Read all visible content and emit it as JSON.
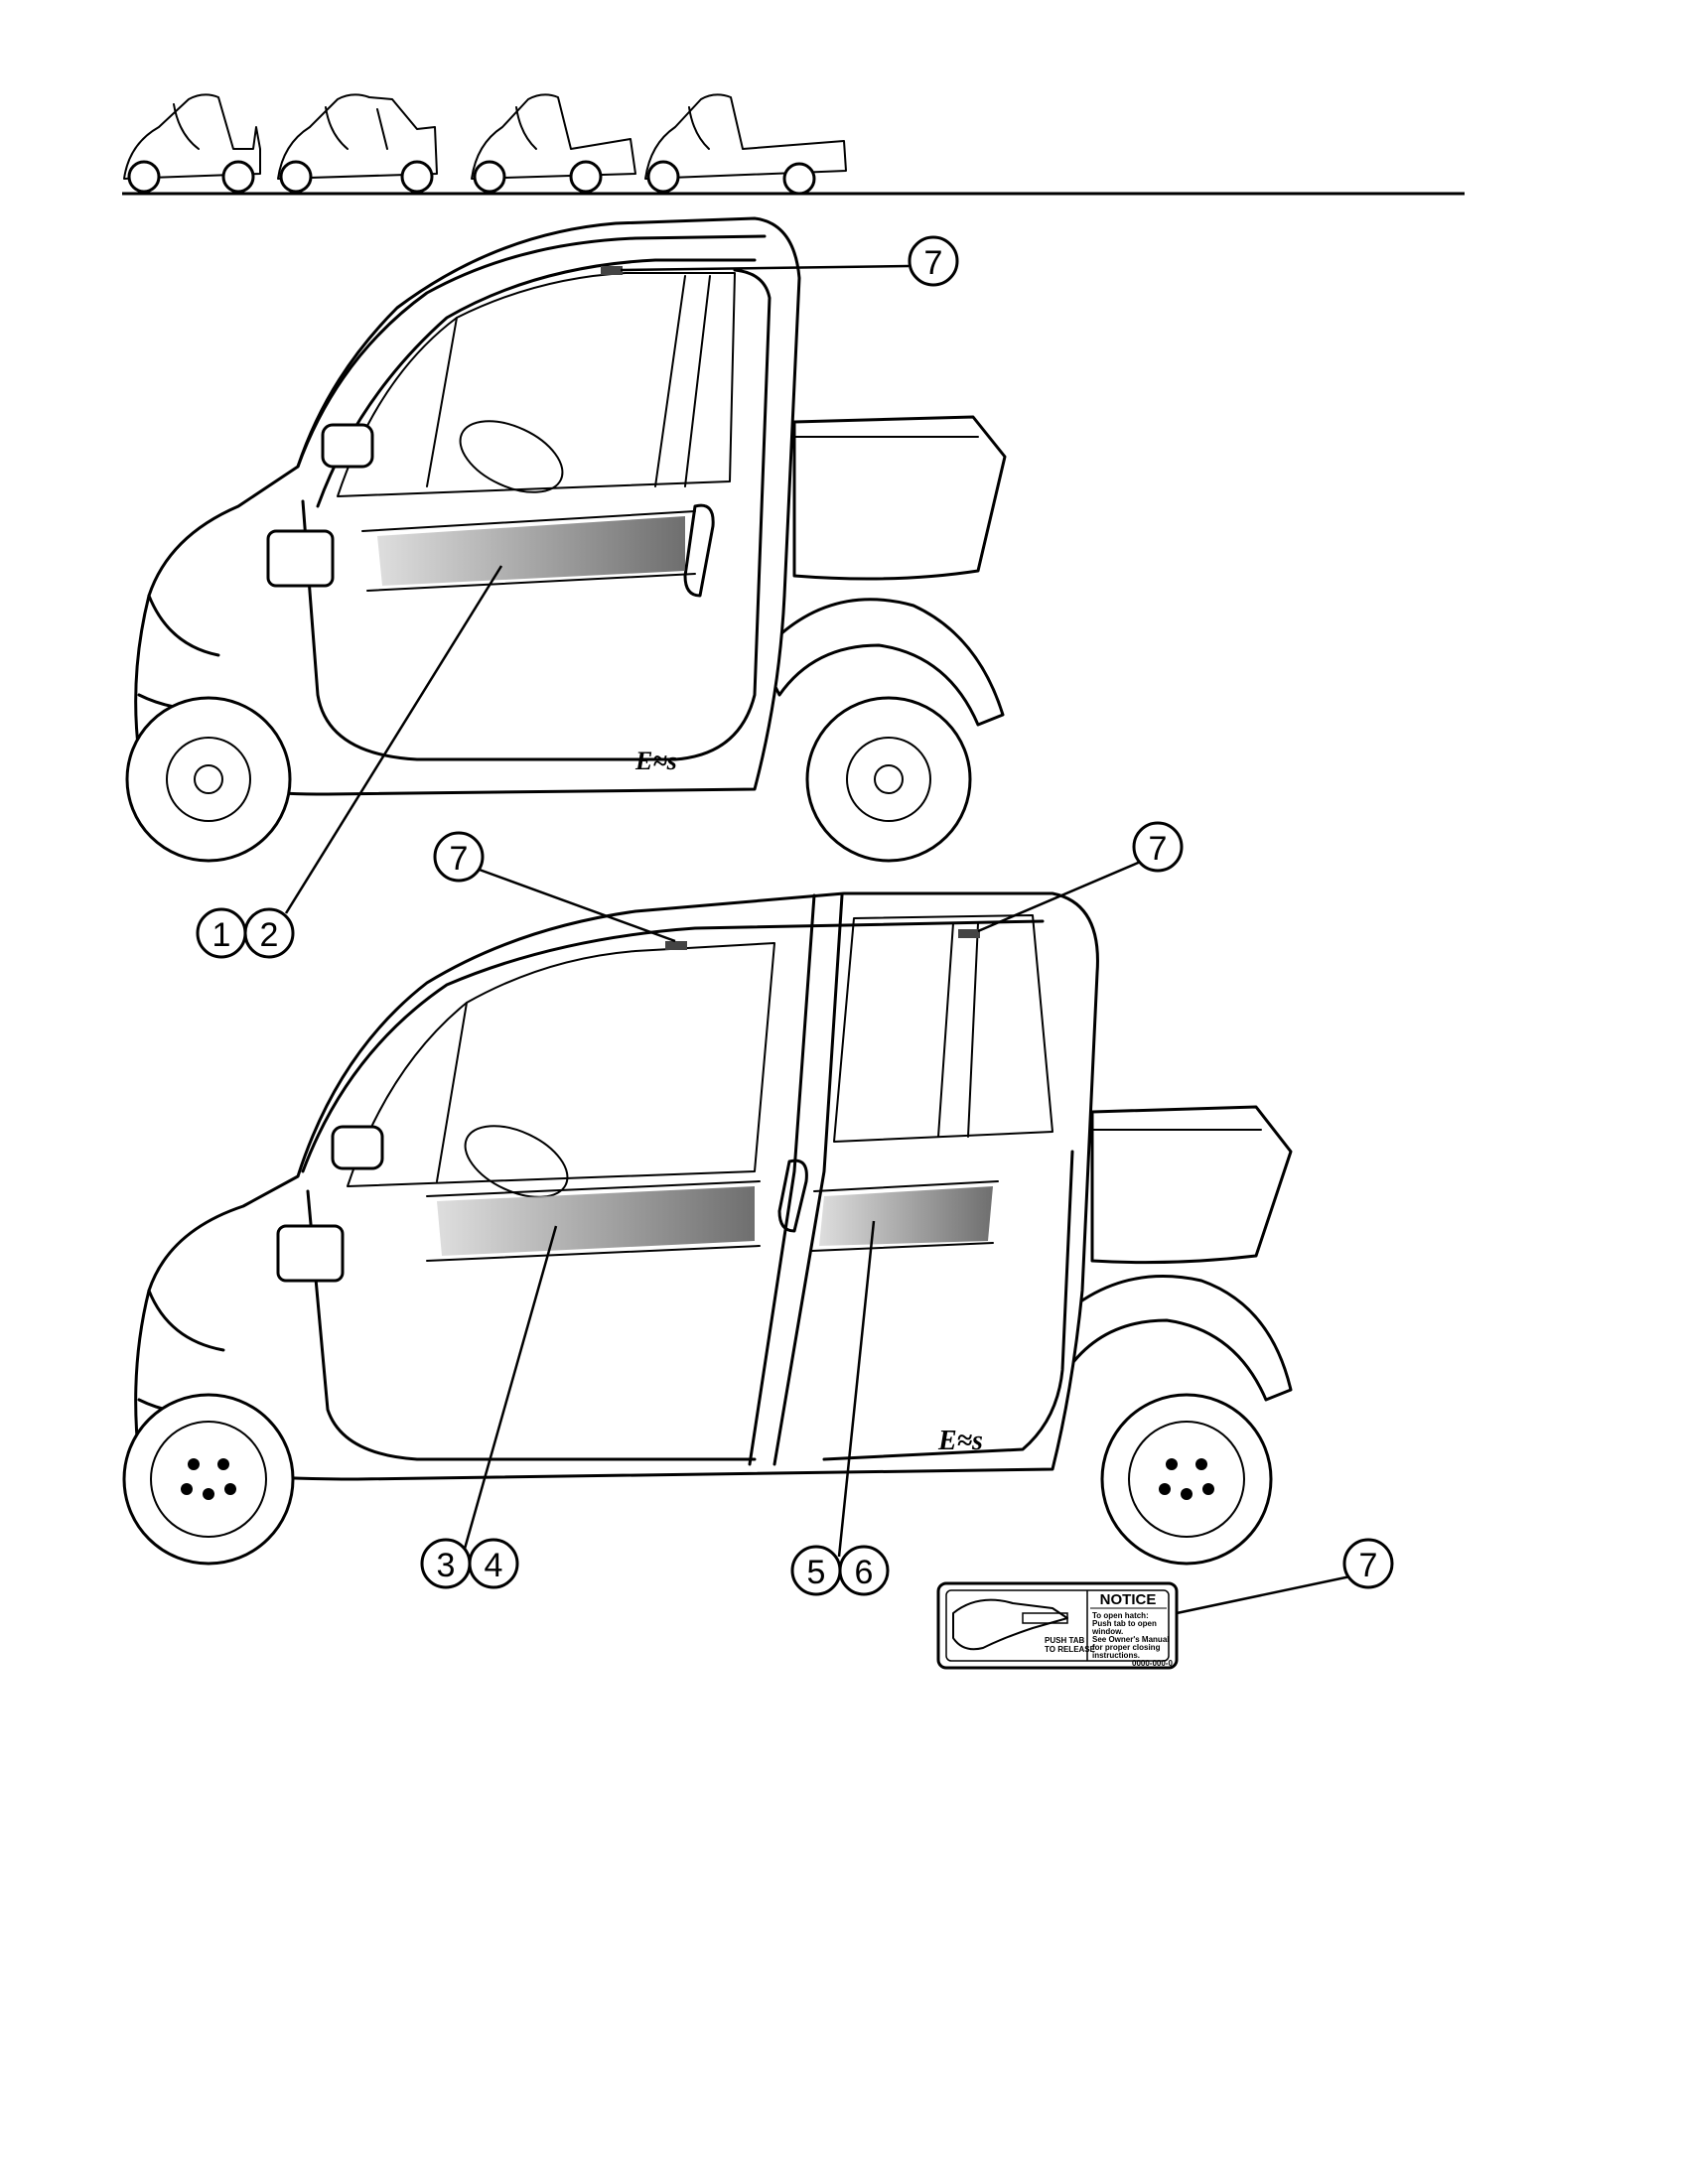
{
  "callouts": {
    "c7_top": "7",
    "c1": "1",
    "c2": "2",
    "c7_mid_left": "7",
    "c7_mid_right": "7",
    "c3": "3",
    "c4": "4",
    "c5": "5",
    "c6": "6",
    "c7_label": "7"
  },
  "notice_label": {
    "title": "NOTICE",
    "body_lines": [
      "To open hatch:",
      "Push tab to open",
      "window.",
      "See Owner's Manual",
      "for proper closing",
      "instructions."
    ],
    "tab_text_1": "PUSH TAB",
    "tab_text_2": "TO RELEASE",
    "part_number": "0000-000-0"
  },
  "colors": {
    "line": "#000000",
    "background": "#ffffff",
    "decal_shade": "#9a9a9a"
  }
}
